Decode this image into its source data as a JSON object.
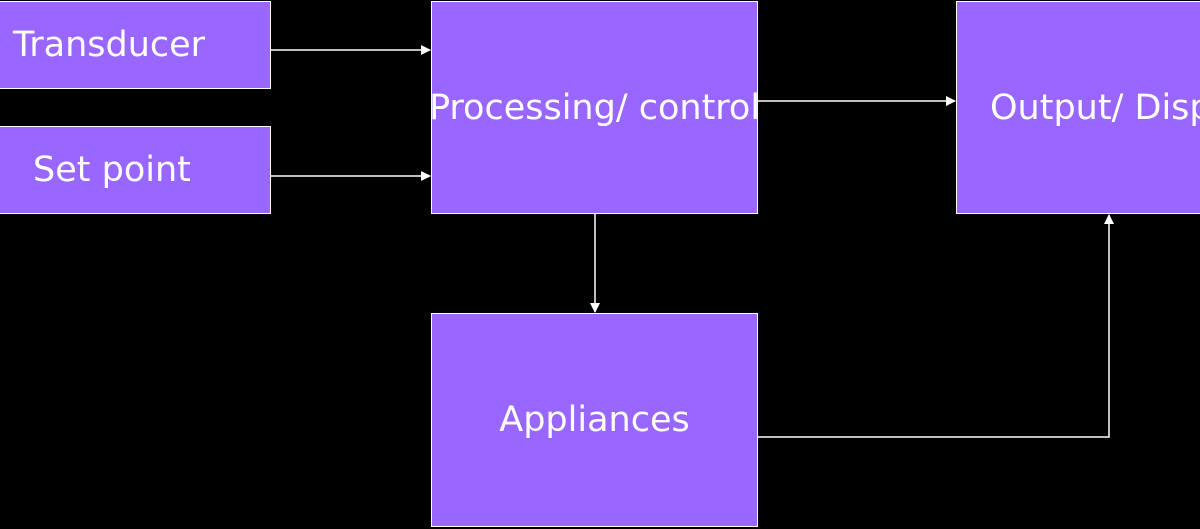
{
  "colors": {
    "background": "#000000",
    "block_fill": "#9966ff",
    "stroke": "#ffffff",
    "text": "#ffffff"
  },
  "blocks": {
    "transducer": "Transducer",
    "set_point": "Set point",
    "processing": "Processing/ control",
    "appliances": "Appliances",
    "output": "Output/ Display"
  }
}
